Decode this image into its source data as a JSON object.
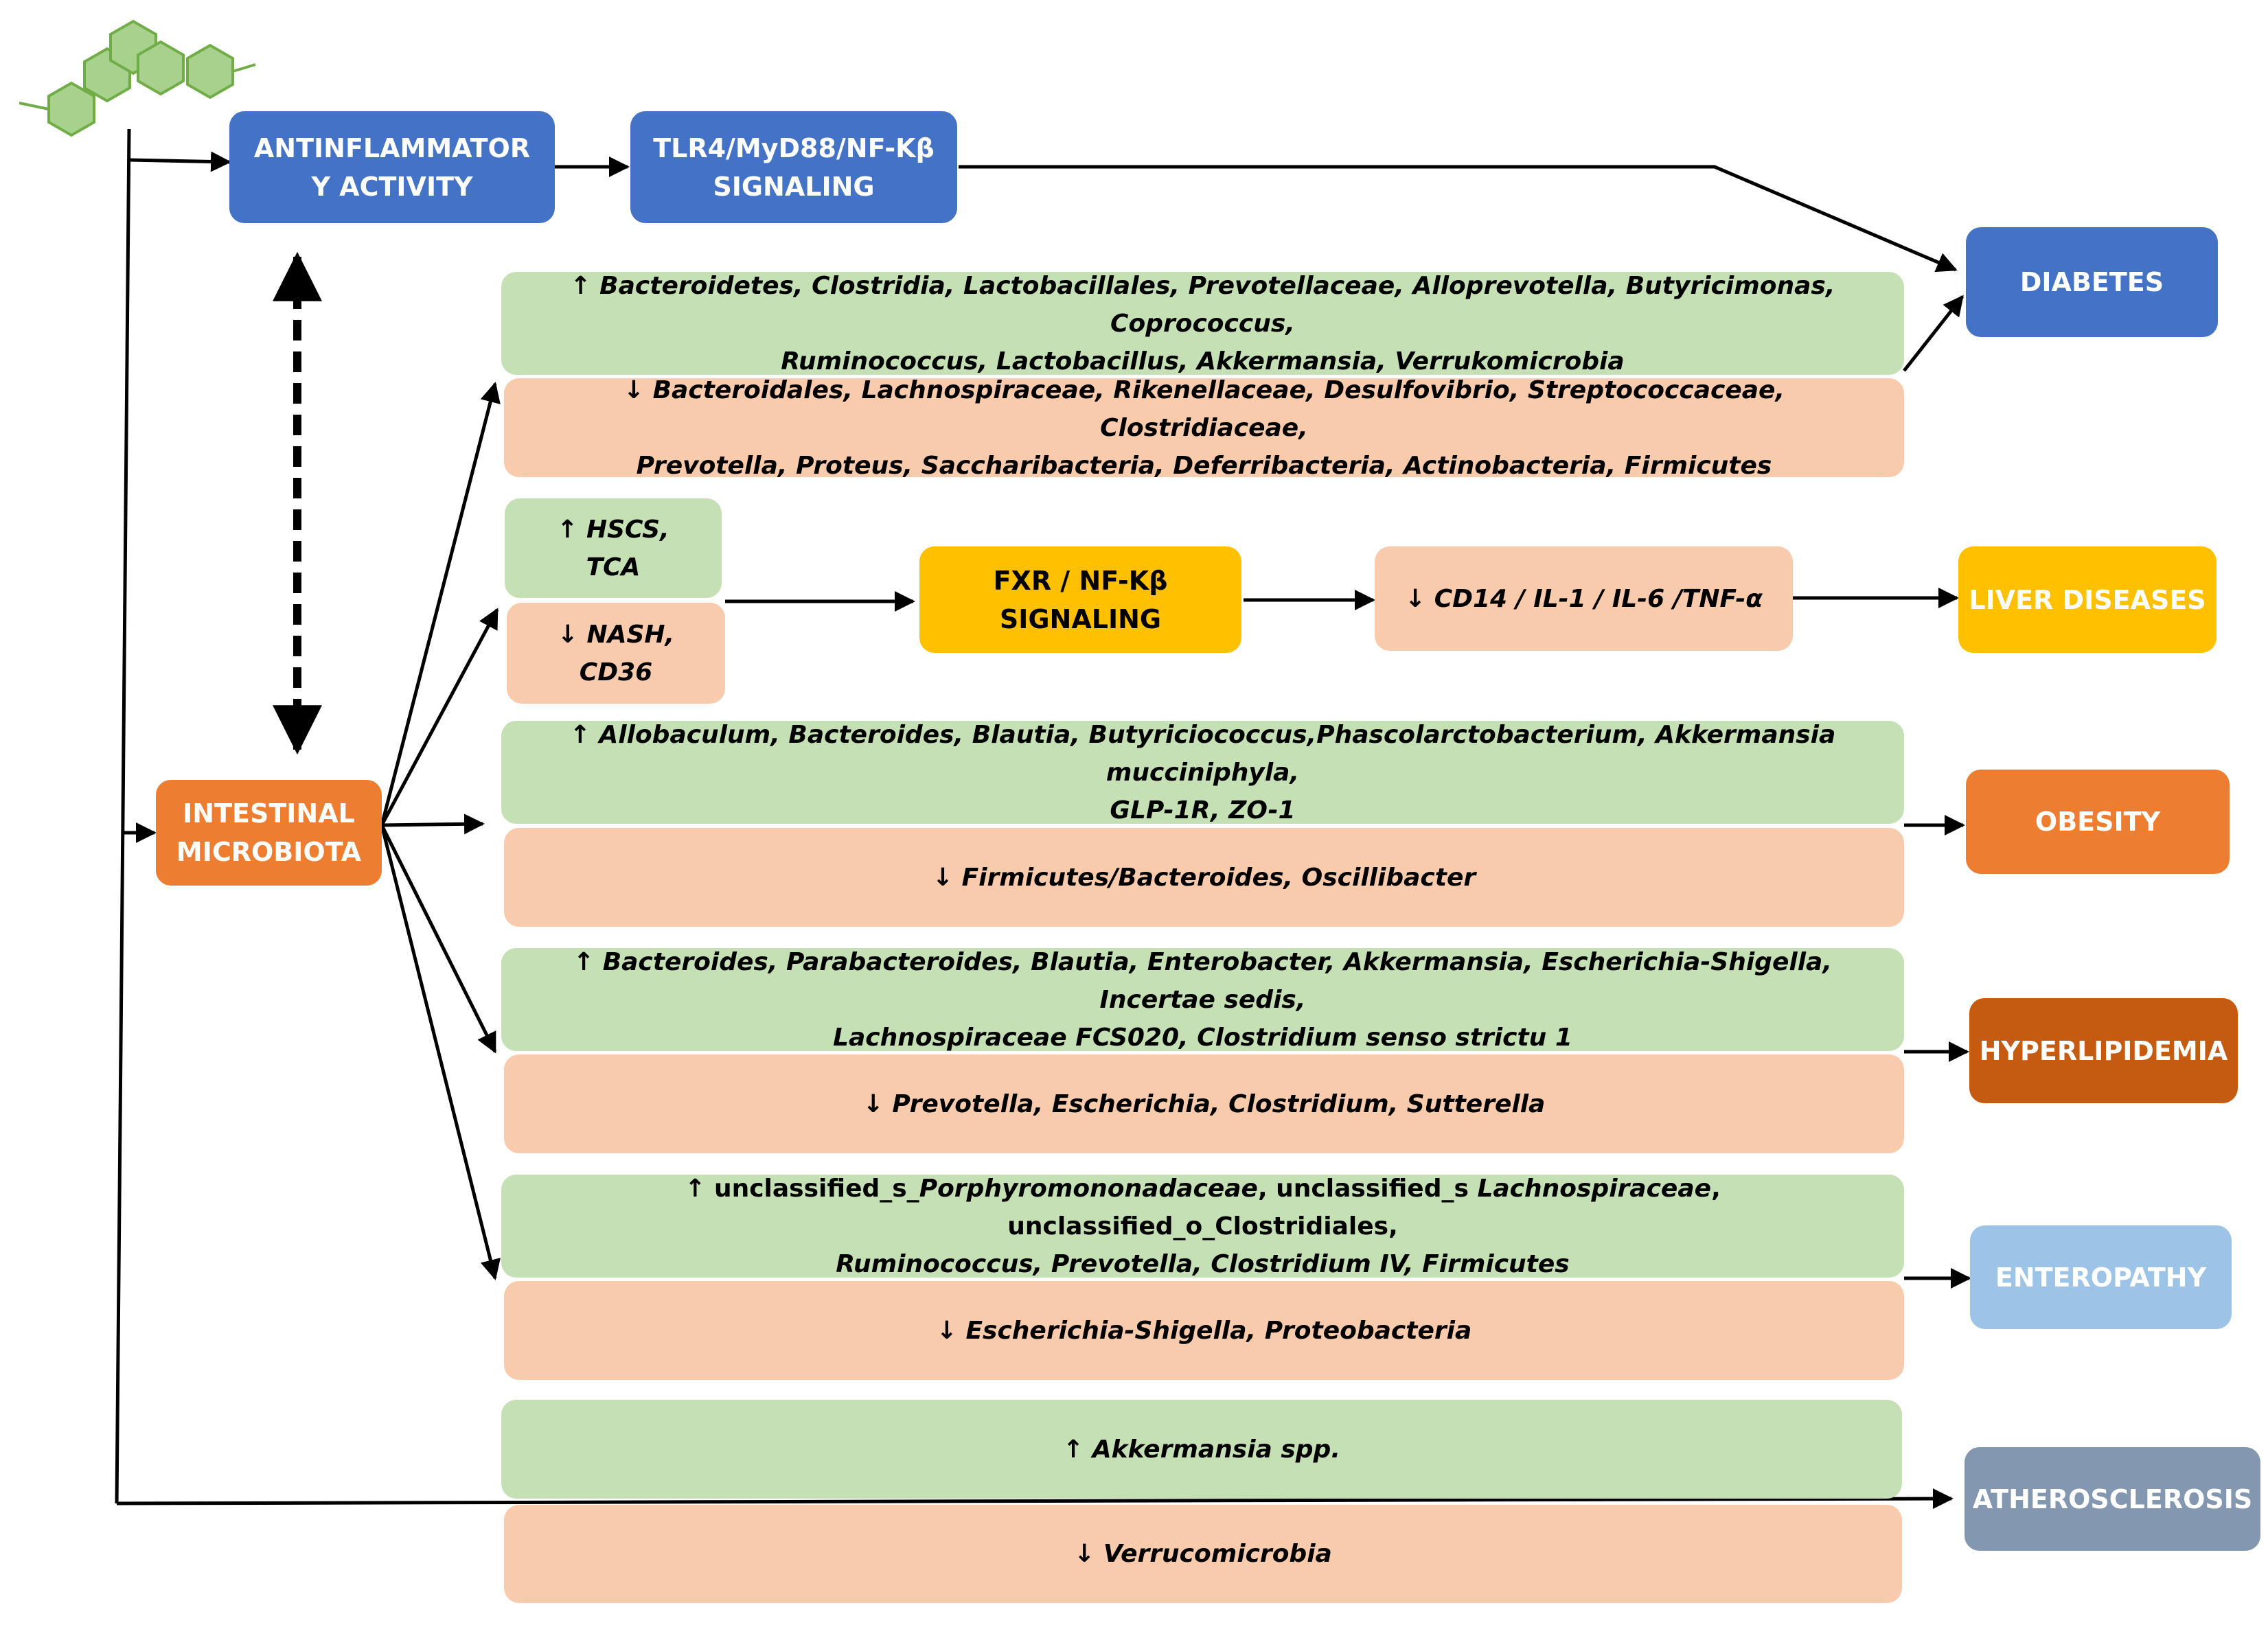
{
  "nodes": {
    "antiinflammatory": "ANTINFLAMMATOR\nY ACTIVITY",
    "tlr4": "TLR4/MyD88/NF-Kβ\nSIGNALING",
    "intestinal": "INTESTINAL\nMICROBIOTA",
    "fxr": "FXR / NF-Kβ\nSIGNALING",
    "cytokines": "CD14 / IL-1 / IL-6 /TNF-α"
  },
  "diseases": {
    "diabetes": "DIABETES",
    "liver": "LIVER DISEASES",
    "obesity": "OBESITY",
    "hyperlipidemia": "HYPERLIPIDEMIA",
    "enteropathy": "ENTEROPATHY",
    "atherosclerosis": "ATHEROSCLEROSIS"
  },
  "markers": {
    "up": "↑",
    "down": "↓"
  },
  "diabetes_up": "Bacteroidetes, Clostridia, Lactobacillales, Prevotellaceae, Alloprevotella, Butyricimonas, Coprococcus,\nRuminococcus, Lactobacillus, Akkermansia, Verrukomicrobia",
  "diabetes_down": "Bacteroidales, Lachnospiraceae, Rikenellaceae, Desulfovibrio, Streptococcaceae, Clostridiaceae,\nPrevotella, Proteus, Saccharibacteria, Deferribacteria, Actinobacteria, Firmicutes",
  "liver_up": "HSCS,\nTCA",
  "liver_down": "NASH,\nCD36",
  "obesity_up": "Allobaculum, Bacteroides, Blautia, Butyriciococcus,Phascolarctobacterium, Akkermansia mucciniphyla,\nGLP-1R, ZO-1",
  "obesity_down": "Firmicutes/Bacteroides, Oscillibacter",
  "hyperlipidemia_up": "Bacteroides, Parabacteroides, Blautia, Enterobacter, Akkermansia, Escherichia-Shigella, Incertae sedis,\nLachnospiraceae FCS020, Clostridium senso strictu 1",
  "hyperlipidemia_down": "Prevotella, Escherichia, Clostridium, Sutterella",
  "enteropathy_up_l1a": "unclassified_s_",
  "enteropathy_up_l1b": "Porphyromononadaceae",
  "enteropathy_up_l1c": ", unclassified_s ",
  "enteropathy_up_l1d": "Lachnospiraceae",
  "enteropathy_up_l1e": ", unclassified_o_Clostridiales,",
  "enteropathy_up_l2": "Ruminococcus, Prevotella, Clostridium IV, Firmicutes",
  "enteropathy_down": "Escherichia-Shigella, Proteobacteria",
  "atherosclerosis_up": "Akkermansia spp.",
  "atherosclerosis_down": "Verrucomicrobia",
  "colors": {
    "blue": "#4472c4",
    "orange": "#ed7d31",
    "gold": "#ffc000",
    "rust": "#c55a11",
    "light_blue": "#9dc3e6",
    "slate": "#8497b0",
    "green": "#c5e0b4",
    "salmon": "#f8cbad",
    "molecule": "#a9d18e"
  },
  "icons": {
    "molecule": "hexagon-chain-icon"
  }
}
